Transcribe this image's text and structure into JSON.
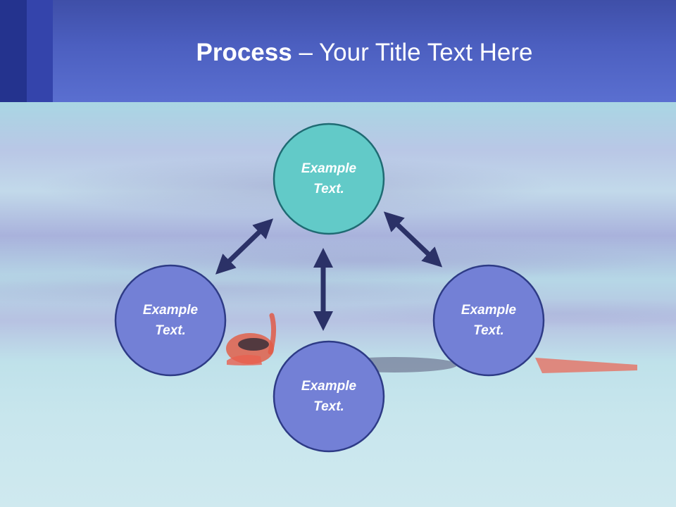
{
  "slide": {
    "title_bold": "Process",
    "title_rest": " – Your Title Text Here"
  },
  "colors": {
    "header": "#5568c8",
    "stripe_dark": "#24338e",
    "stripe_mid": "#3444ab",
    "node_top_fill": "#62cac8",
    "node_top_stroke": "#1f6b73",
    "node_fill": "#7380d6",
    "node_stroke": "#2e3b86",
    "arrow": "#2b3167"
  },
  "diagram": {
    "nodes": [
      {
        "id": "top",
        "label": "Example\nText."
      },
      {
        "id": "left",
        "label": "Example\nText."
      },
      {
        "id": "right",
        "label": "Example\nText."
      },
      {
        "id": "bottom",
        "label": "Example\nText."
      }
    ],
    "arrows": [
      {
        "from": "top",
        "to": "left",
        "style": "double-headed"
      },
      {
        "from": "top",
        "to": "right",
        "style": "double-headed"
      },
      {
        "from": "top",
        "to": "bottom",
        "style": "double-headed"
      }
    ]
  }
}
